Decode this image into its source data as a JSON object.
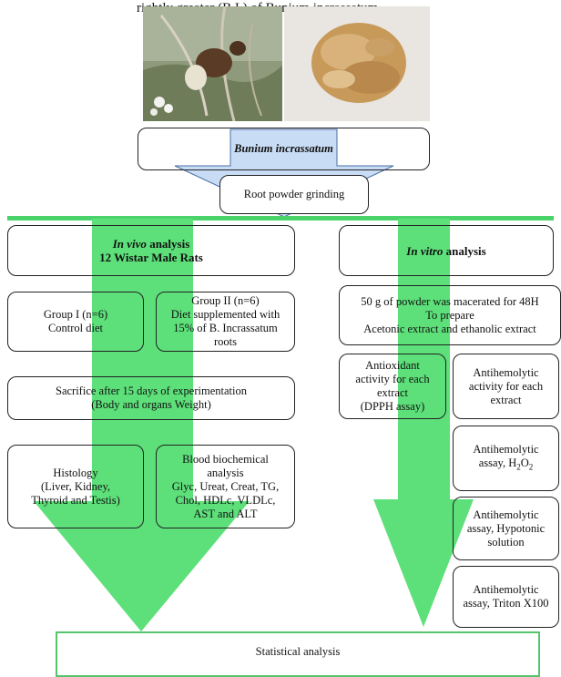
{
  "caption_fragment": "rightly greater (B.I.) of Bunium incrassatum",
  "colors": {
    "arrow_green": "#5de07a",
    "divider_green": "#4ad36a",
    "funnel_blue": "#c8dcf5",
    "outer_box_green": "#55c46a"
  },
  "images": {
    "left_photo": "plant-with-tubers-photo",
    "right_photo": "dried-root-pieces-photo"
  },
  "top": {
    "species_name": "Bunium incrassatum",
    "grinding_step": "Root powder grinding"
  },
  "in_vivo": {
    "title_italic": "In vivo",
    "title_rest": " analysis",
    "subtitle": "12 Wistar Male Rats",
    "group1": {
      "line1": "Group I (n=6)",
      "line2": "Control diet"
    },
    "group2": {
      "line1": "Group II (n=6)",
      "line2": "Diet supplemented with",
      "line3": "15% of B. Incrassatum",
      "line4": "roots"
    },
    "sacrifice": {
      "line1": "Sacrifice after 15 days of experimentation",
      "line2": "(Body and organs Weight)"
    },
    "histology": {
      "line1": "Histology",
      "line2": "(Liver, Kidney,",
      "line3": "Thyroid and Testis)"
    },
    "blood": {
      "line1": "Blood biochemical",
      "line2": "analysis",
      "line3": "Glyc, Ureat, Creat, TG,",
      "line4": "Chol, HDLc, VLDLc,",
      "line5": "AST and ALT"
    }
  },
  "in_vitro": {
    "title_italic": "In vitro",
    "title_rest": " analysis",
    "maceration": {
      "line1": "50 g of powder was macerated for 48H",
      "line2": "To prepare",
      "line3": "Acetonic extract and ethanolic extract"
    },
    "antioxidant": {
      "line1": "Antioxidant",
      "line2": "activity for each",
      "line3": "extract",
      "line4": "(DPPH assay)"
    },
    "antihemolytic": {
      "line1": "Antihemolytic",
      "line2": "activity for each",
      "line3": "extract"
    },
    "h2o2": {
      "line1": "Antihemolytic",
      "line2_prefix": "assay, H",
      "sub1": "2",
      "mid": "O",
      "sub2": "2"
    },
    "hypotonic": {
      "line1": "Antihemolytic",
      "line2": "assay, Hypotonic",
      "line3": "solution"
    },
    "triton": {
      "line1": "Antihemolytic",
      "line2": "assay, Triton X100"
    }
  },
  "bottom": {
    "statistical": "Statistical analysis"
  }
}
